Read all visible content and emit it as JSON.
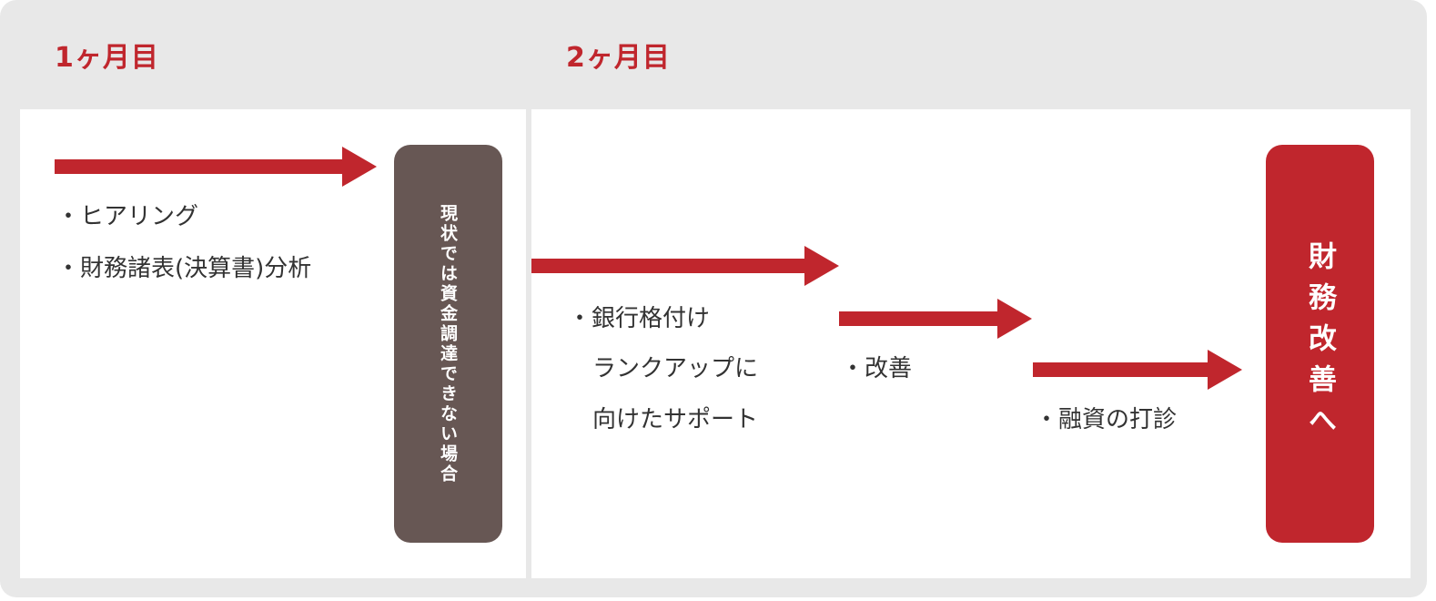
{
  "headers": {
    "month1": "1ヶ月目",
    "month2": "2ヶ月目"
  },
  "month1": {
    "items": [
      "・ヒアリング",
      "・財務諸表(決算書)分析"
    ],
    "box": "現状では資金調達できない場合"
  },
  "month2": {
    "step1": {
      "line1": "・銀行格付け",
      "line2": "ランクアップに",
      "line3": "向けたサポート"
    },
    "step2": "・改善",
    "step3": "・融資の打診",
    "box": "財務改善へ"
  },
  "colors": {
    "accent": "#c0262d",
    "box_brown": "#675754",
    "background": "#e8e8e8",
    "text": "#333333"
  }
}
